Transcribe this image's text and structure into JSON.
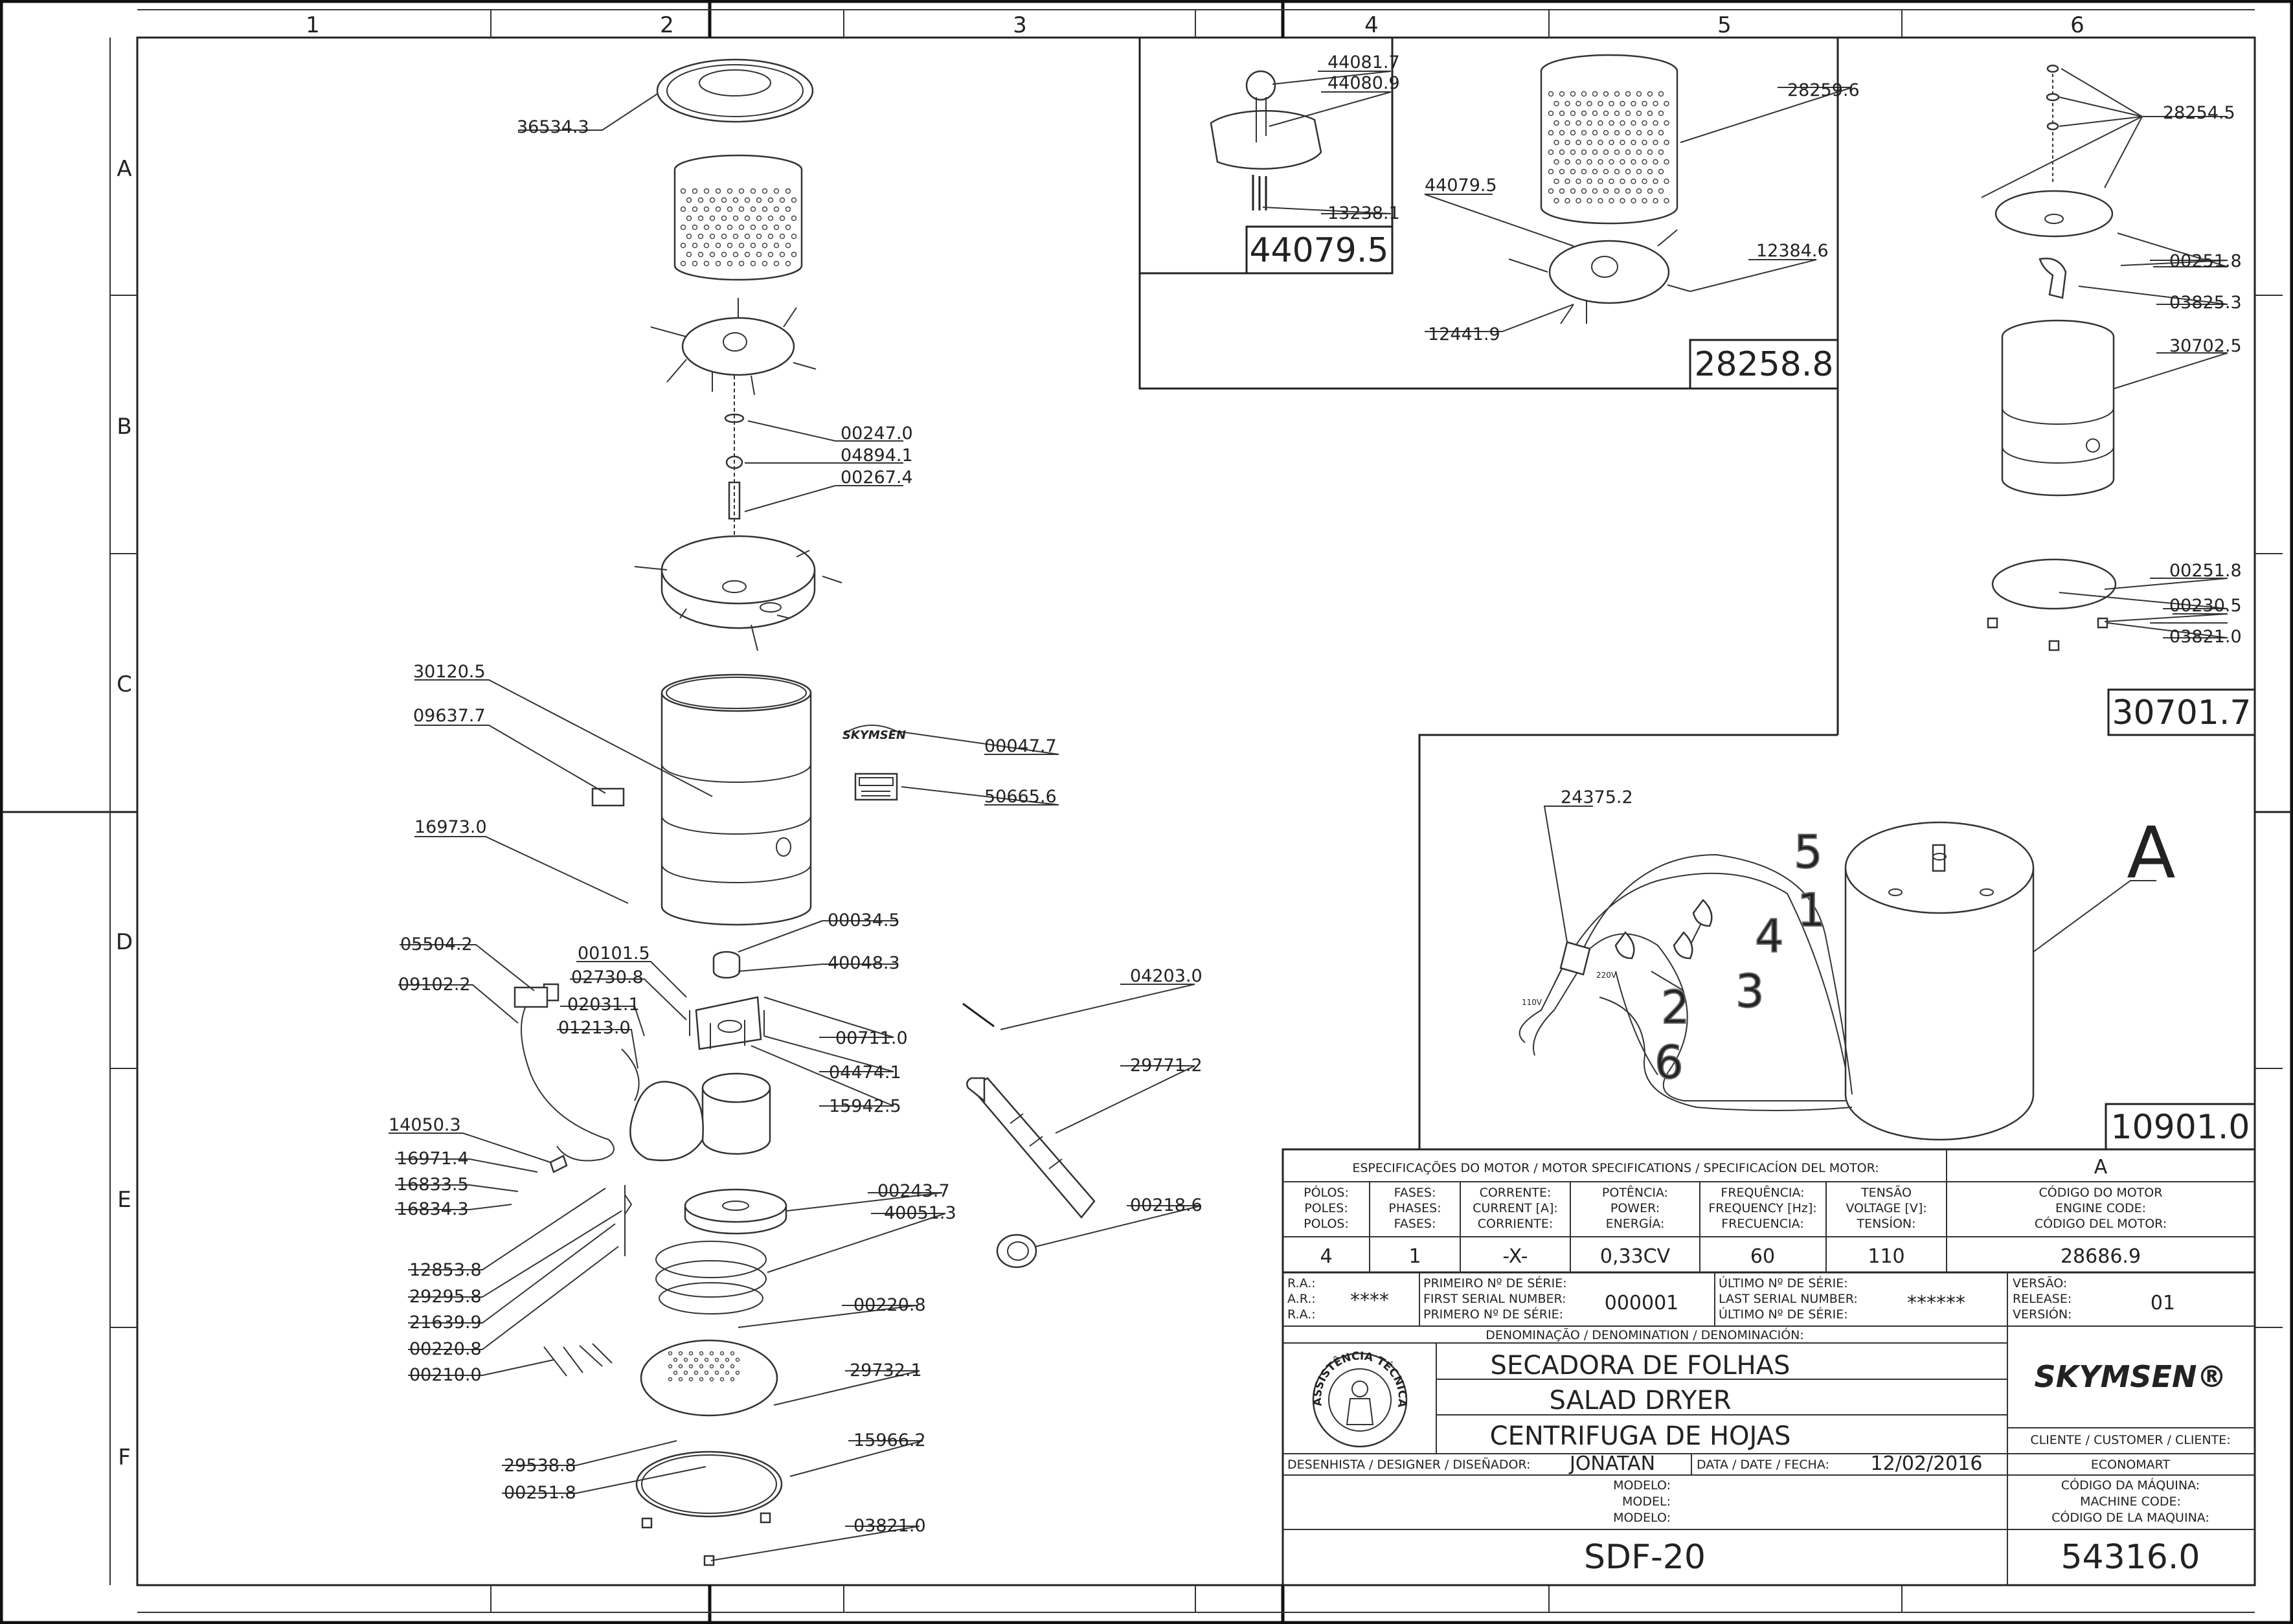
{
  "grid": {
    "columns": [
      "1",
      "2",
      "3",
      "4",
      "5",
      "6"
    ],
    "rows": [
      "A",
      "B",
      "C",
      "D",
      "E",
      "F"
    ]
  },
  "callouts": [
    {
      "label": "36534.3"
    },
    {
      "label": "00247.0"
    },
    {
      "label": "04894.1"
    },
    {
      "label": "00267.4"
    },
    {
      "label": "30120.5"
    },
    {
      "label": "09637.7"
    },
    {
      "label": "00047.7"
    },
    {
      "label": "50665.6"
    },
    {
      "label": "16973.0"
    },
    {
      "label": "00034.5"
    },
    {
      "label": "40048.3"
    },
    {
      "label": "05504.2"
    },
    {
      "label": "00101.5"
    },
    {
      "label": "02730.8"
    },
    {
      "label": "09102.2"
    },
    {
      "label": "02031.1"
    },
    {
      "label": "01213.0"
    },
    {
      "label": "00711.0"
    },
    {
      "label": "04474.1"
    },
    {
      "label": "15942.5"
    },
    {
      "label": "04203.0"
    },
    {
      "label": "29771.2"
    },
    {
      "label": "14050.3"
    },
    {
      "label": "16971.4"
    },
    {
      "label": "16833.5"
    },
    {
      "label": "16834.3"
    },
    {
      "label": "00243.7"
    },
    {
      "label": "40051.3"
    },
    {
      "label": "00218.6"
    },
    {
      "label": "12853.8"
    },
    {
      "label": "29295.8"
    },
    {
      "label": "21639.9"
    },
    {
      "label": "00220.8"
    },
    {
      "label": "00220.8"
    },
    {
      "label": "00210.0"
    },
    {
      "label": "29732.1"
    },
    {
      "label": "15966.2"
    },
    {
      "label": "29538.8"
    },
    {
      "label": "00251.8"
    },
    {
      "label": "03821.0"
    },
    {
      "label": "44081.7"
    },
    {
      "label": "44080.9"
    },
    {
      "label": "13238.1"
    },
    {
      "label": "28259.6"
    },
    {
      "label": "44079.5"
    },
    {
      "label": "12384.6"
    },
    {
      "label": "12441.9"
    },
    {
      "label": "28254.5"
    },
    {
      "label": "00251.8"
    },
    {
      "label": "03825.3"
    },
    {
      "label": "30702.5"
    },
    {
      "label": "00251.8"
    },
    {
      "label": "00230.5"
    },
    {
      "label": "03821.0"
    },
    {
      "label": "24375.2"
    }
  ],
  "assemblies": {
    "a1": "44079.5",
    "a2": "28258.8",
    "a3": "30701.7",
    "motor_letter": "A",
    "motor_code": "10901.0"
  },
  "motor_wire_numbers": [
    "5",
    "4",
    "1",
    "3",
    "2",
    "6"
  ],
  "motor_voltage_tags": [
    "220V",
    "110V"
  ],
  "motor_spec": {
    "header": "ESPECIFICAÇÕES DO MOTOR / MOTOR SPECIFICATIONS / SPECIFICACÍON DEL MOTOR:",
    "letter": "A",
    "columns": [
      {
        "labels": [
          "PÓLOS:",
          "POLES:",
          "POLOS:"
        ],
        "value": "4"
      },
      {
        "labels": [
          "FASES:",
          "PHASES:",
          "FASES:"
        ],
        "value": "1"
      },
      {
        "labels": [
          "CORRENTE:",
          "CURRENT [A]:",
          "CORRIENTE:"
        ],
        "value": "-X-"
      },
      {
        "labels": [
          "POTÊNCIA:",
          "POWER:",
          "ENERGÍA:"
        ],
        "value": "0,33CV"
      },
      {
        "labels": [
          "FREQUÊNCIA:",
          "FREQUENCY [Hz]:",
          "FRECUENCIA:"
        ],
        "value": "60"
      },
      {
        "labels": [
          "TENSÃO",
          "VOLTAGE [V]:",
          "TENSÍON:"
        ],
        "value": "110"
      }
    ],
    "engine_code_labels": [
      "CÓDIGO DO MOTOR",
      "ENGINE CODE:",
      "CÓDIGO DEL MOTOR:"
    ],
    "engine_code": "28686.9"
  },
  "title_block": {
    "ra_labels": [
      "R.A.:",
      "A.R.:",
      "R.A.:"
    ],
    "ra_value": "****",
    "first_serial_labels": [
      "PRIMEIRO Nº DE SÉRIE:",
      "FIRST SERIAL NUMBER:",
      "PRIMERO Nº DE SÉRIE:"
    ],
    "first_serial": "000001",
    "last_serial_labels": [
      "ÚLTIMO Nº DE SÉRIE:",
      "LAST SERIAL NUMBER:",
      "ÚLTIMO Nº DE SÉRIE:"
    ],
    "last_serial": "******",
    "version_labels": [
      "VERSÃO:",
      "RELEASE:",
      "VERSIÓN:"
    ],
    "version": "01",
    "denomination_label": "DENOMINAÇÃO / DENOMINATION / DENOMINACIÓN:",
    "names": [
      "SECADORA DE FOLHAS",
      "SALAD DRYER",
      "CENTRIFUGA DE HOJAS"
    ],
    "seal_text": "ASSISTÊNCIA TÉCNICA AUTORIZADA",
    "brand": "SKYMSEN®",
    "customer_label": "CLIENTE / CUSTOMER / CLIENTE:",
    "customer": "ECONOMART",
    "designer_label": "DESENHISTA / DESIGNER / DISEÑADOR:",
    "designer": "JONATAN",
    "date_label": "DATA / DATE / FECHA:",
    "date": "12/02/2016",
    "model_labels": [
      "MODELO:",
      "MODEL:",
      "MODELO:"
    ],
    "model": "SDF-20",
    "machine_code_labels": [
      "CÓDIGO DA MÁQUINA:",
      "MACHINE CODE:",
      "CÓDIGO DE LA MAQUINA:"
    ],
    "machine_code": "54316.0"
  },
  "decals": {
    "logo_text": "SKYMSEN"
  }
}
